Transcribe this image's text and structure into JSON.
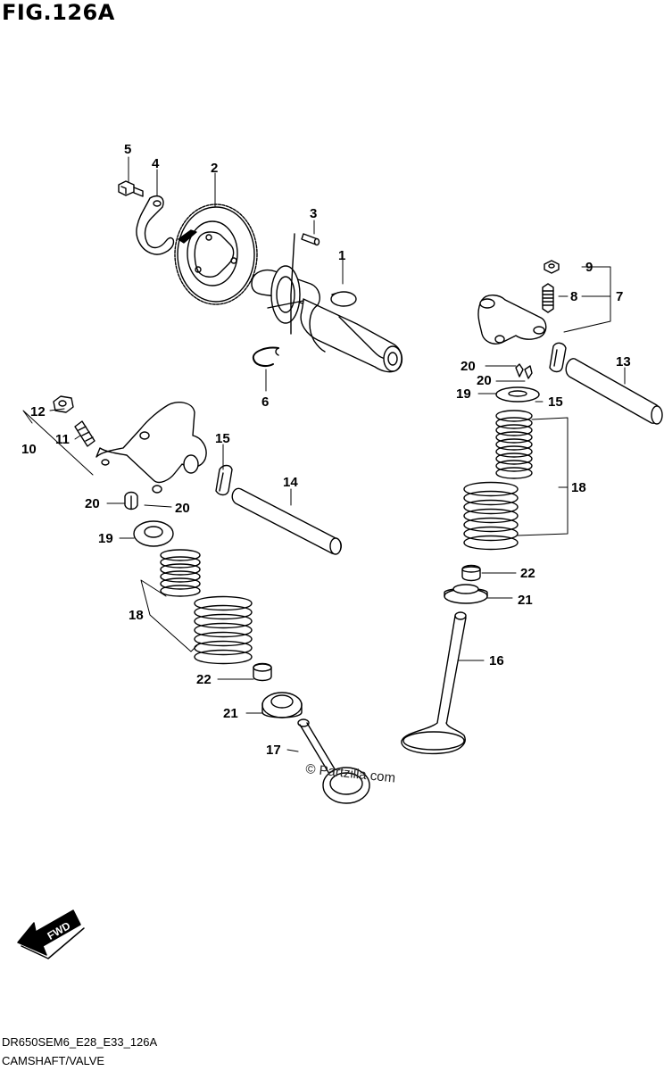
{
  "header": {
    "title": "FIG.126A"
  },
  "callouts": {
    "c1": "1",
    "c2": "2",
    "c3": "3",
    "c4": "4",
    "c5": "5",
    "c6": "6",
    "c7": "7",
    "c8": "8",
    "c9": "9",
    "c10": "10",
    "c11": "11",
    "c12": "12",
    "c13": "13",
    "c14": "14",
    "c15a": "15",
    "c15b": "15",
    "c16": "16",
    "c17": "17",
    "c18a": "18",
    "c18b": "18",
    "c19a": "19",
    "c19b": "19",
    "c20a": "20",
    "c20b": "20",
    "c20c": "20",
    "c20d": "20",
    "c21a": "21",
    "c21b": "21",
    "c22a": "22",
    "c22b": "22"
  },
  "watermark": "© Partzilla.com",
  "fwd_label": "FWD",
  "footer": {
    "code": "DR650SEM6_E28_E33_126A",
    "name": "CAMSHAFT/VALVE"
  }
}
